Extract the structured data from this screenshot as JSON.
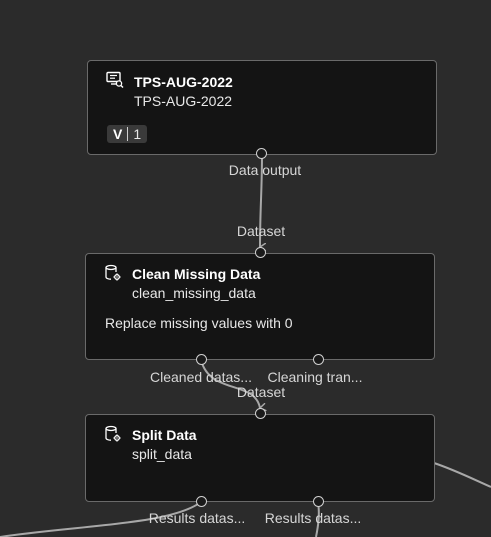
{
  "nodes": {
    "dataset": {
      "title": "TPS-AUG-2022",
      "subtitle": "TPS-AUG-2022",
      "version_letter": "V",
      "version_number": "1",
      "icon": "dataset-monitor-icon",
      "outputs": [
        "Data output"
      ]
    },
    "clean": {
      "title": "Clean Missing Data",
      "subtitle": "clean_missing_data",
      "description": "Replace missing values with 0",
      "icon": "database-gear-icon",
      "inputs": [
        "Dataset"
      ],
      "outputs": [
        "Cleaned datas...",
        "Cleaning tran..."
      ]
    },
    "split": {
      "title": "Split Data",
      "subtitle": "split_data",
      "icon": "database-gear-icon",
      "inputs": [
        "Dataset"
      ],
      "outputs": [
        "Results datas...",
        "Results datas..."
      ]
    }
  },
  "colors": {
    "canvas": "#2b2b2b",
    "node_bg": "#141414",
    "node_border": "#6a6a6a",
    "wire": "#a8a8a8",
    "text": "#ffffff"
  }
}
